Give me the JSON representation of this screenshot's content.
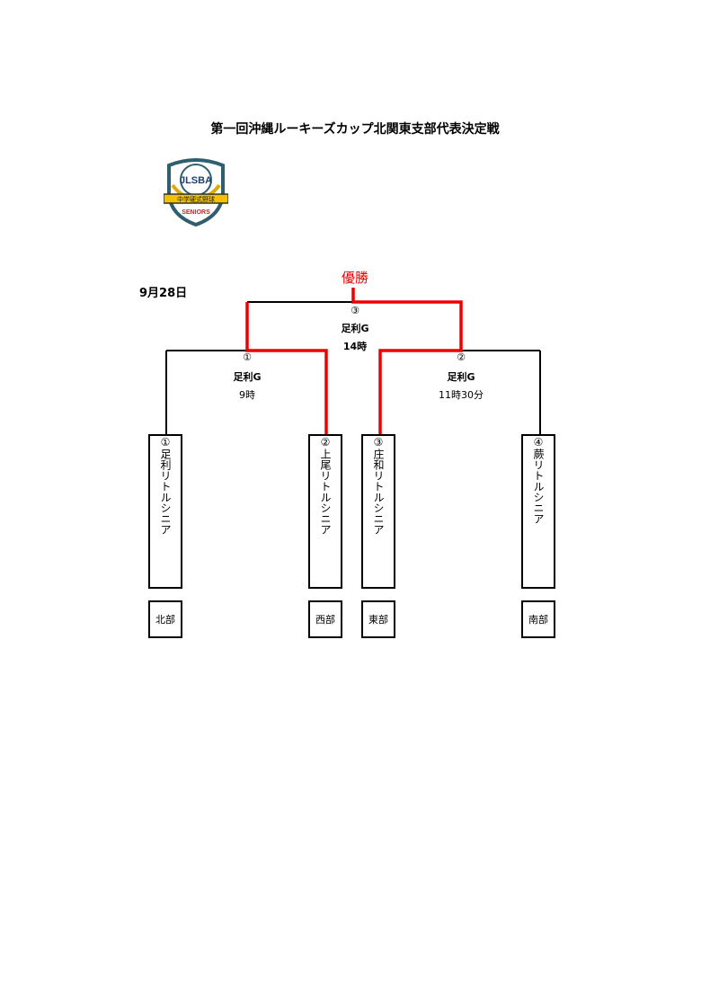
{
  "title": "第一回沖縄ルーキーズカップ北関東支部代表決定戦",
  "logo": {
    "text_top": "JLSBA",
    "text_band": "中学硬式野球",
    "text_bottom": "SENIORS"
  },
  "date": "9月28日",
  "champion_label": "優勝",
  "colors": {
    "winner_line": "#ee0000",
    "line": "#000000"
  },
  "matches": [
    {
      "no": "①",
      "venue": "足利G",
      "time": "9時"
    },
    {
      "no": "②",
      "venue": "足利G",
      "time": "11時30分"
    },
    {
      "no": "③",
      "venue": "足利G",
      "time": "14時"
    }
  ],
  "teams": [
    {
      "seed": "①",
      "name": "足利リトルシニア",
      "region": "北部"
    },
    {
      "seed": "②",
      "name": "上尾リトルシニア",
      "region": "西部"
    },
    {
      "seed": "③",
      "name": "庄和リトルシニア",
      "region": "東部"
    },
    {
      "seed": "④",
      "name": "蕨リトルシニア",
      "region": "南部"
    }
  ]
}
